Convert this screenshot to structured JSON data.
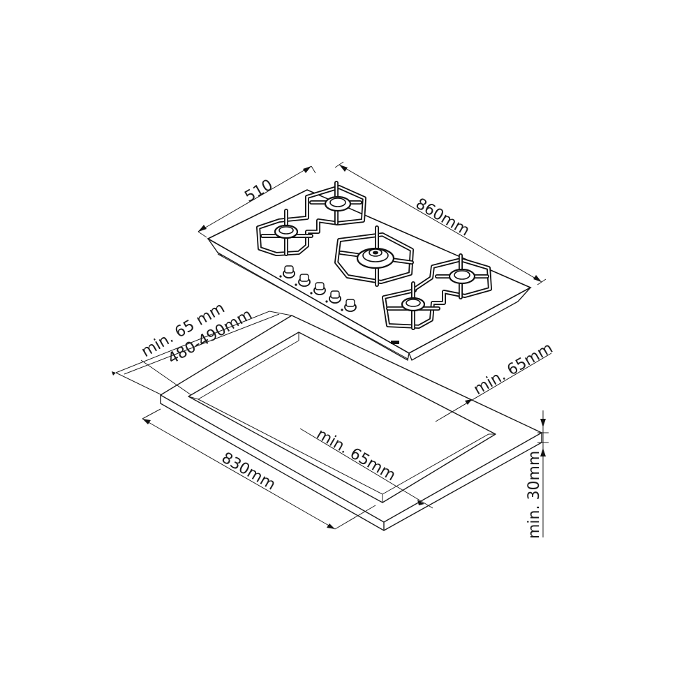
{
  "diagram": {
    "labels": {
      "depth": "510",
      "width": "860mm",
      "front_clearance": "min. 65 mm",
      "cutout_depth": "480-490mm",
      "side_clearance": "min. 65mm",
      "back_clearance": "min. 65mm",
      "cutout_width": "830mm",
      "thickness": "min. 30mm"
    },
    "hob": {
      "burners": 5,
      "knobs": 5
    }
  }
}
